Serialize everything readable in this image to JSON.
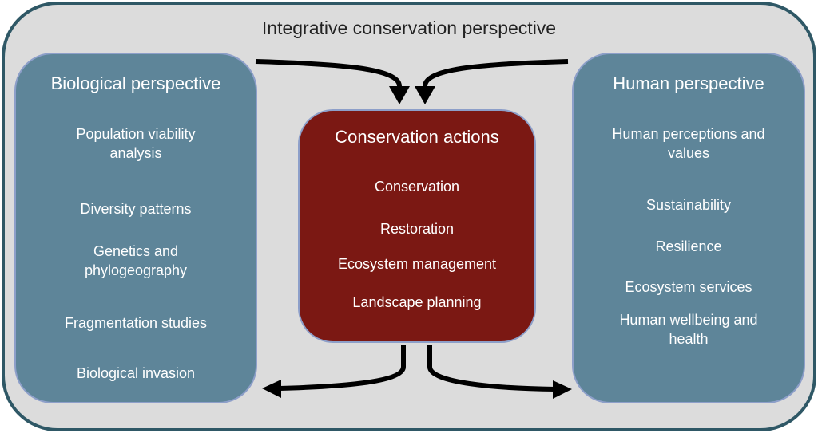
{
  "title": "Integrative conservation perspective",
  "biological": {
    "heading": "Biological perspective",
    "items": [
      "Population viability analysis",
      "Diversity patterns",
      "Genetics and phylogeography",
      "Fragmentation studies",
      "Biological invasion"
    ]
  },
  "actions": {
    "heading": "Conservation actions",
    "items": [
      "Conservation",
      "Restoration",
      "Ecosystem management",
      "Landscape planning"
    ]
  },
  "human": {
    "heading": "Human perspective",
    "items": [
      "Human perceptions and values",
      "Sustainability",
      "Resilience",
      "Ecosystem services",
      "Human wellbeing and health"
    ]
  }
}
